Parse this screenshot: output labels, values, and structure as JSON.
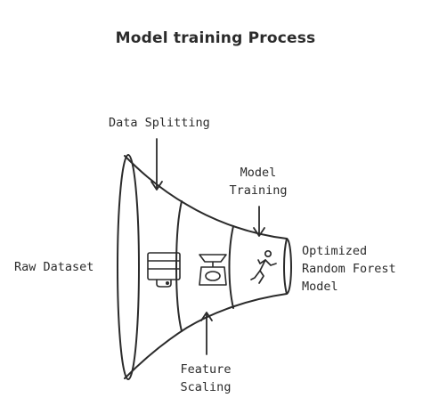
{
  "title": "Model training Process",
  "funnel": {
    "stages": [
      {
        "id": "raw",
        "label": "Raw Dataset",
        "icon": "database-icon"
      },
      {
        "id": "split",
        "label": "Data Splitting",
        "icon": "scale-icon"
      },
      {
        "id": "train",
        "label_lines": [
          "Model",
          "Training"
        ],
        "icon": "exercise-icon"
      },
      {
        "id": "feature",
        "label_lines": [
          "Feature",
          "Scaling"
        ]
      },
      {
        "id": "output",
        "label_lines": [
          "Optimized",
          "Random Forest",
          "Model"
        ]
      }
    ]
  }
}
